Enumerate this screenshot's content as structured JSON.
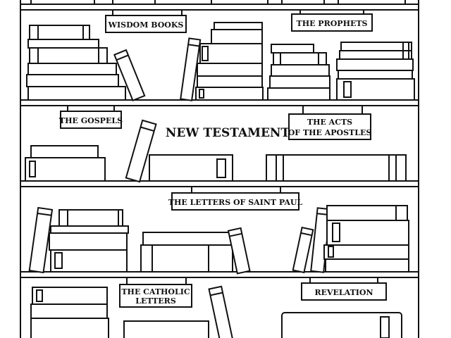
{
  "title": "NEW TESTAMENT",
  "shelf_labels": [
    {
      "id": "wisdom",
      "lines": [
        "WISDOM BOOKS"
      ]
    },
    {
      "id": "prophets",
      "lines": [
        "THE PROPHETS"
      ]
    },
    {
      "id": "gospels",
      "lines": [
        "THE GOSPELS"
      ]
    },
    {
      "id": "acts",
      "lines": [
        "THE ACTS",
        "OF THE APOSTLES"
      ]
    },
    {
      "id": "letters-paul",
      "lines": [
        "THE LETTERS OF SAINT PAUL"
      ]
    },
    {
      "id": "catholic-letters",
      "lines": [
        "THE CATHOLIC",
        "LETTERS"
      ]
    },
    {
      "id": "revelation",
      "lines": [
        "REVELATION"
      ]
    }
  ],
  "colors": {
    "ink": "#111111",
    "paper": "#ffffff",
    "shelf": "#ffffff"
  }
}
